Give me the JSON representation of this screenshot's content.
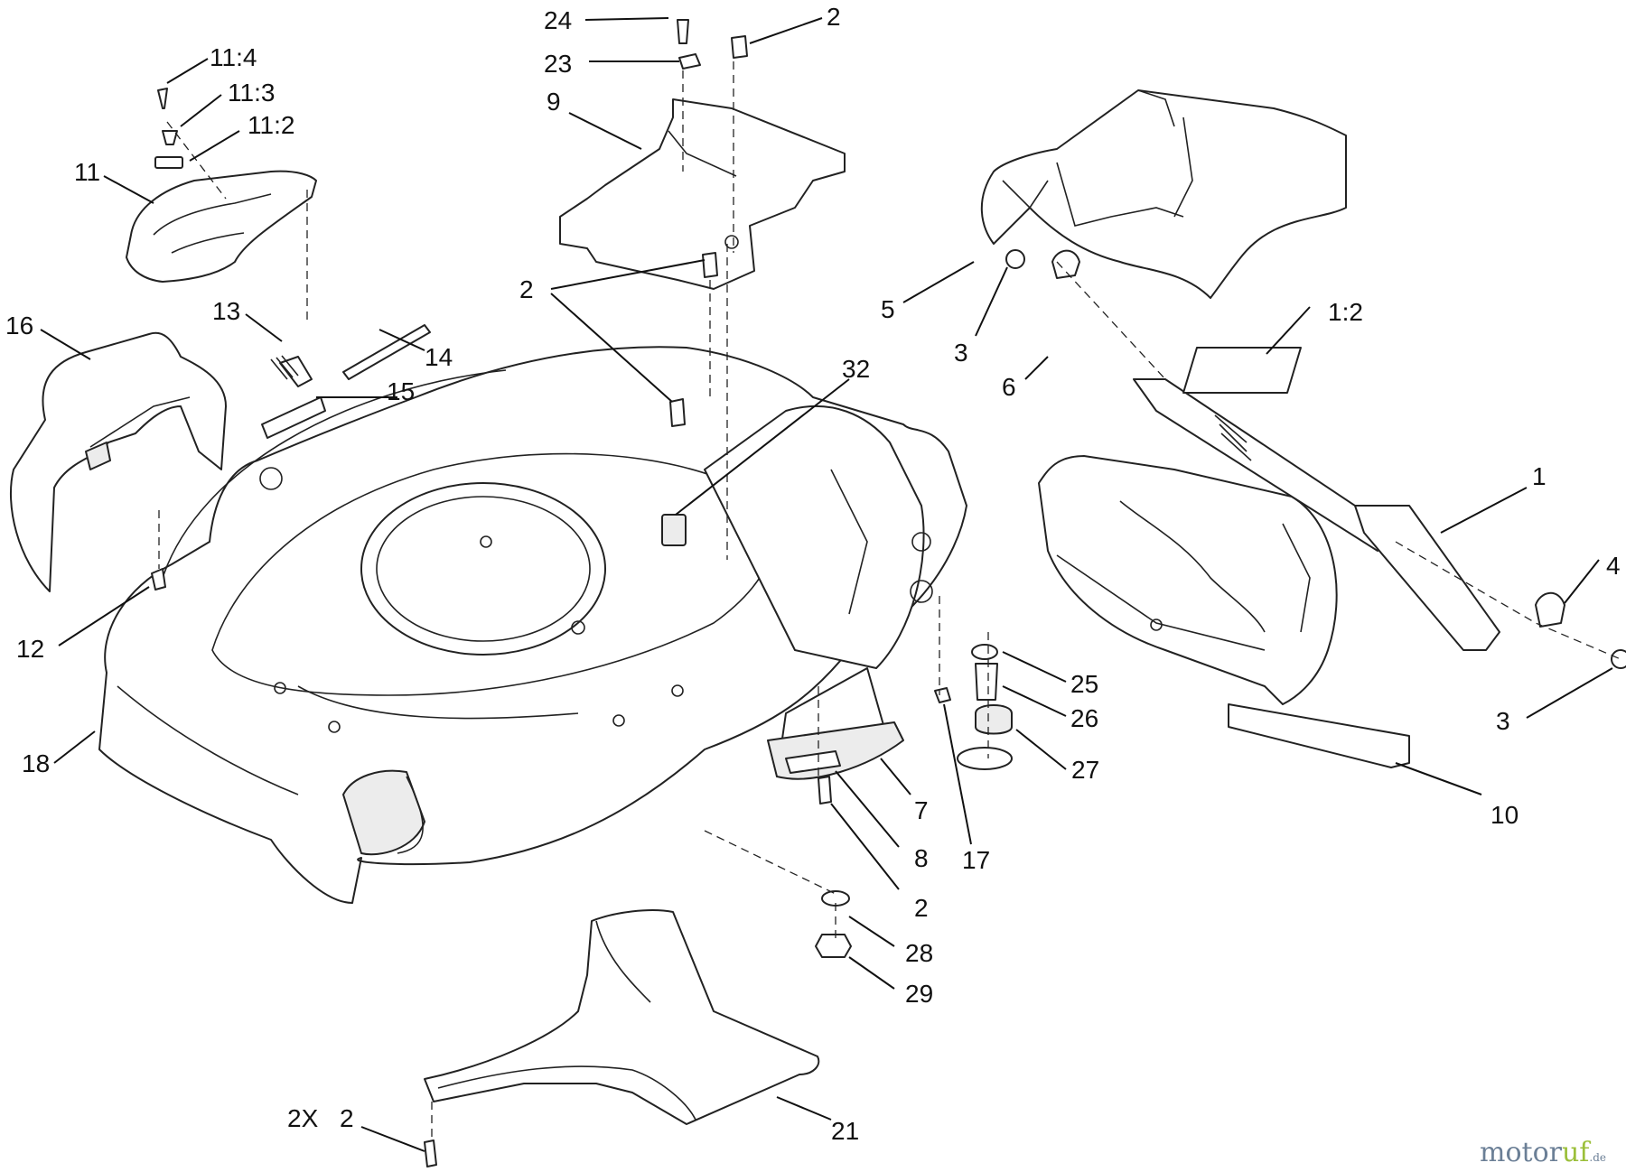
{
  "labels": [
    {
      "id": "24",
      "text": "24"
    },
    {
      "id": "23",
      "text": "23"
    },
    {
      "id": "9",
      "text": "9"
    },
    {
      "id": "2a",
      "text": "2"
    },
    {
      "id": "11_4",
      "text": "11:4"
    },
    {
      "id": "11_3",
      "text": "11:3"
    },
    {
      "id": "11_2",
      "text": "11:2"
    },
    {
      "id": "11",
      "text": "11"
    },
    {
      "id": "13",
      "text": "13"
    },
    {
      "id": "14",
      "text": "14"
    },
    {
      "id": "15",
      "text": "15"
    },
    {
      "id": "16",
      "text": "16"
    },
    {
      "id": "2b",
      "text": "2"
    },
    {
      "id": "32",
      "text": "32"
    },
    {
      "id": "5",
      "text": "5"
    },
    {
      "id": "3a",
      "text": "3"
    },
    {
      "id": "6",
      "text": "6"
    },
    {
      "id": "1_2",
      "text": "1:2"
    },
    {
      "id": "1",
      "text": "1"
    },
    {
      "id": "4",
      "text": "4"
    },
    {
      "id": "3b",
      "text": "3"
    },
    {
      "id": "10",
      "text": "10"
    },
    {
      "id": "12",
      "text": "12"
    },
    {
      "id": "18",
      "text": "18"
    },
    {
      "id": "25",
      "text": "25"
    },
    {
      "id": "26",
      "text": "26"
    },
    {
      "id": "27",
      "text": "27"
    },
    {
      "id": "7",
      "text": "7"
    },
    {
      "id": "8",
      "text": "8"
    },
    {
      "id": "17",
      "text": "17"
    },
    {
      "id": "2c",
      "text": "2"
    },
    {
      "id": "28",
      "text": "28"
    },
    {
      "id": "29",
      "text": "29"
    },
    {
      "id": "21",
      "text": "21"
    },
    {
      "id": "2x",
      "text": "2X"
    },
    {
      "id": "2d",
      "text": "2"
    }
  ],
  "watermark": {
    "brand_a": "motor",
    "brand_b": "uf",
    "tld": ".de"
  }
}
